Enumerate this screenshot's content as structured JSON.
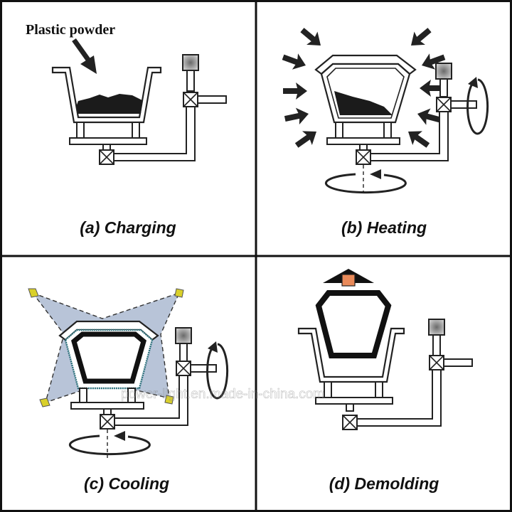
{
  "panels": [
    {
      "id": "a",
      "caption": "(a) Charging"
    },
    {
      "id": "b",
      "caption": "(b) Heating"
    },
    {
      "id": "c",
      "caption": "(c) Cooling"
    },
    {
      "id": "d",
      "caption": "(d) Demolding"
    }
  ],
  "annotations": {
    "plastic_powder": "Plastic powder"
  },
  "watermark": "power-light.en.made-in-china.com",
  "colors": {
    "line": "#222222",
    "pipe_fill": "#ffffff",
    "powder": "#1b1b1b",
    "cooling_mist": "#b8c4d8",
    "nozzle": "#d9d02a",
    "demolded_part_marker": "#e98a5a",
    "valve_box": "#9a9a9a"
  }
}
